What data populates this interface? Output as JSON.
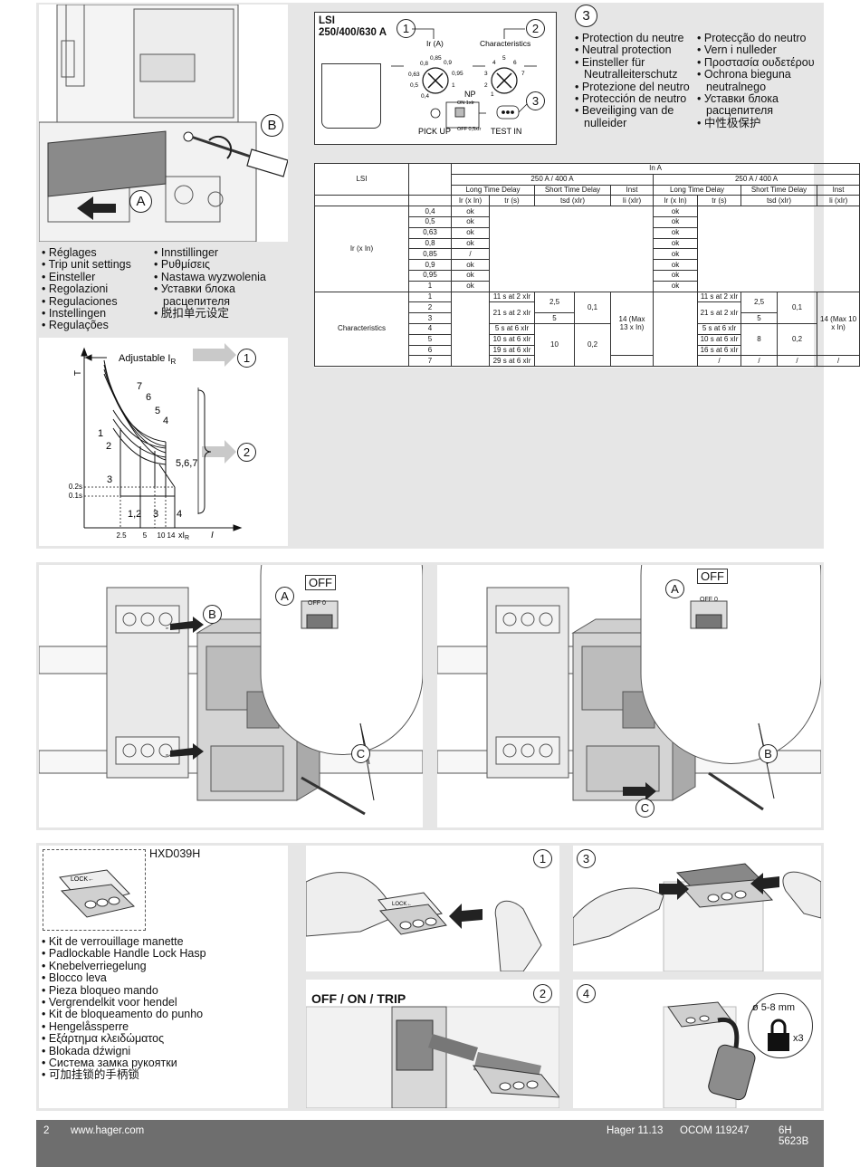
{
  "top_left": {
    "marker_a": "A",
    "marker_b": "B",
    "col1": [
      "Réglages",
      "Trip unit settings",
      "Einsteller",
      "Regolazioni",
      "Regulaciones",
      "Instellingen",
      "Regulações"
    ],
    "col2": [
      "Innstillinger",
      "Ρυθμίσεις",
      "Nastawa wyzwolenia",
      "Уставки блока расцепителя",
      "脱扣单元设定"
    ]
  },
  "curve": {
    "y_axis": "T",
    "x_axis": "I",
    "adjustable": "Adjustable I",
    "adjustable_sub": "R",
    "callout_1": "1",
    "callout_2": "2",
    "labels_upper": [
      "7",
      "6",
      "5",
      "4",
      "1",
      "2",
      "3"
    ],
    "label_567": "5,6,7",
    "label_12": "1,2",
    "label_3": "3",
    "label_4": "4",
    "t_02": "0.2s",
    "t_01": "0.1s",
    "x_ticks": [
      "2.5",
      "5",
      "10",
      "14"
    ],
    "x_ir": "xI",
    "x_ir_sub": "R"
  },
  "dial": {
    "title1": "LSI",
    "title2": "250/400/630 A",
    "n1": "1",
    "n2": "2",
    "n3": "3",
    "ir_label": "Ir (A)",
    "char_label": "Characteristics",
    "ir_vals": [
      "0,8",
      "0,85",
      "0,9",
      "0,63",
      "0,95",
      "0,5",
      "1",
      "0,4"
    ],
    "char_vals": [
      "4",
      "5",
      "6",
      "3",
      "7",
      "2",
      "1"
    ],
    "np": "NP",
    "np_on": "ON 1xIr",
    "np_off": "OFF 0,5xIr",
    "pickup": "PICK UP",
    "testin": "TEST IN"
  },
  "neutral": {
    "number": "3",
    "col1": [
      "Protection du neutre",
      "Neutral protection",
      "Einsteller für Neutralleiterschutz",
      "Protezione del neutro",
      "Protección de neutro",
      "Beveiliging van de nulleider"
    ],
    "col2": [
      "Protecção do neutro",
      "Vern i nulleder",
      "Προστασία ουδετέρου",
      "Ochrona bieguna neutralnego",
      "Уставки блока расцепителя",
      "中性极保护"
    ]
  },
  "table": {
    "lsi": "LSI",
    "in_a": "In A",
    "group": "250 A / 400 A",
    "h_long": "Long Time Delay",
    "h_short": "Short Time Delay",
    "h_inst": "Inst",
    "h_ir": "Ir (x In)",
    "h_tr": "tr (s)",
    "h_tsd": "tsd (xIr)",
    "h_ii": "Ii (xIr)",
    "row_ir": "Ir (x In)",
    "row_char": "Characteristics",
    "ir_values": [
      "0,4",
      "0,5",
      "0,63",
      "0,8",
      "0,85",
      "0,9",
      "0,95",
      "1"
    ],
    "left_ok": [
      "ok",
      "ok",
      "ok",
      "ok",
      "/",
      "ok",
      "ok",
      "ok"
    ],
    "right_ok": [
      "ok",
      "ok",
      "ok",
      "ok",
      "ok",
      "ok",
      "ok",
      "ok"
    ],
    "char_nums": [
      "1",
      "2",
      "3",
      "4",
      "5",
      "6",
      "7"
    ],
    "tr_left": [
      "11 s at 2 xIr",
      "21 s at 2 xIr",
      "5 s at 6 xIr",
      "10 s at 6 xIr",
      "19 s at 6 xIr",
      "29 s at 6 xIr"
    ],
    "tr_right": [
      "11 s at 2 xIr",
      "21 s at 2 xIr",
      "5 s at 6 xIr",
      "10 s at 6 xIr",
      "16 s at 6 xIr",
      "/"
    ],
    "tsd_left": [
      "2,5",
      "5",
      "10"
    ],
    "tsd_right": [
      "2,5",
      "5",
      "8",
      "/"
    ],
    "t2_left": [
      "0,1",
      "0,2"
    ],
    "t2_right": [
      "0,1",
      "0,2",
      "/"
    ],
    "inst_left": "14 (Max 13 x In)",
    "inst_right": "14 (Max 10 x In)",
    "inst_right_last": "/"
  },
  "mid": {
    "left": {
      "a": "A",
      "b": "B",
      "c": "C",
      "off": "OFF",
      "off0": "OFF  0"
    },
    "right": {
      "a": "A",
      "b": "B",
      "c": "C",
      "off": "OFF",
      "off0": "OFF  0"
    }
  },
  "bottom": {
    "product": "HXD039H",
    "lock_text": "LOCK←",
    "langs": [
      "Kit de verrouillage manette",
      "Padlockable Handle Lock Hasp",
      "Knebelverriegelung",
      "Blocco leva",
      "Pieza bloqueo mando",
      "Vergrendelkit voor hendel",
      "Kit de bloqueamento do punho",
      "Hengelåssperre",
      "Εξάρτημα κλειδώματος",
      "Blokada dźwigni",
      "Система замка рукоятки",
      "可加挂锁的手柄锁"
    ],
    "step1": "1",
    "step2": "2",
    "step3": "3",
    "step4": "4",
    "off_on_trip": "OFF / ON / TRIP",
    "padlock_size": "ø 5-8 mm",
    "padlock_qty": "x3"
  },
  "footer": {
    "page": "2",
    "url": "www.hager.com",
    "brand": "Hager 11.13",
    "ocom": "OCOM 119247",
    "code": "6H 5623B"
  }
}
